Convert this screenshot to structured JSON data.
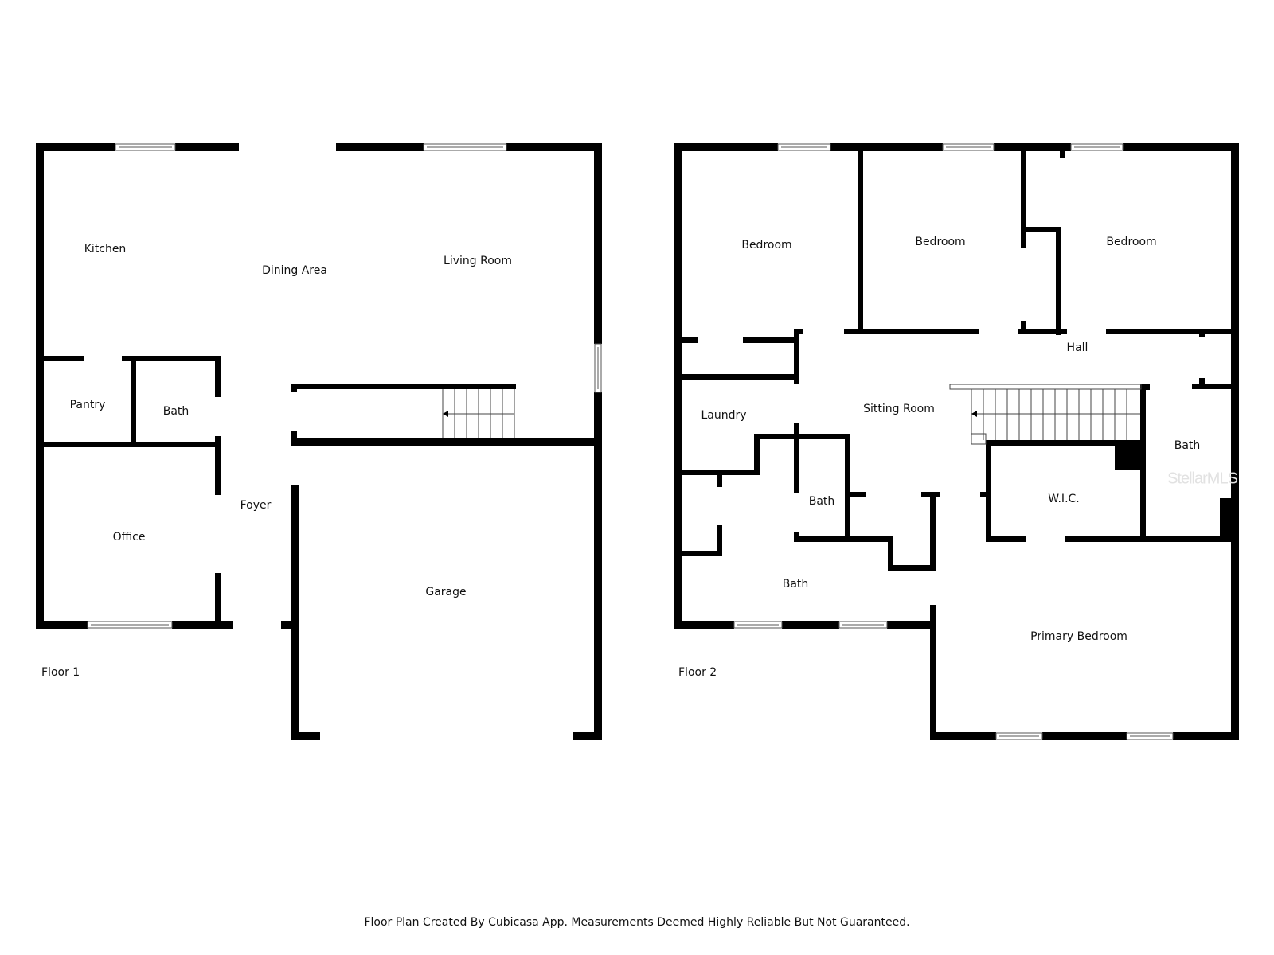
{
  "floor1": {
    "label": "Floor 1",
    "rooms": {
      "kitchen": "Kitchen",
      "dining_area": "Dining Area",
      "living_room": "Living Room",
      "pantry": "Pantry",
      "bath": "Bath",
      "office": "Office",
      "foyer": "Foyer",
      "garage": "Garage"
    }
  },
  "floor2": {
    "label": "Floor 2",
    "rooms": {
      "bedroom_1": "Bedroom",
      "bedroom_2": "Bedroom",
      "bedroom_3": "Bedroom",
      "hall": "Hall",
      "laundry": "Laundry",
      "sitting_room": "Sitting Room",
      "bath_right": "Bath",
      "wic": "W.I.C.",
      "bath_small": "Bath",
      "bath_left": "Bath",
      "primary_bedroom": "Primary Bedroom"
    }
  },
  "footer": {
    "disclaimer": "Floor Plan Created By Cubicasa App. Measurements Deemed Highly Reliable But Not Guaranteed."
  },
  "watermark": "StellarMLS",
  "colors": {
    "wall": "#000000",
    "background": "#ffffff",
    "window_frame": "#555555"
  }
}
